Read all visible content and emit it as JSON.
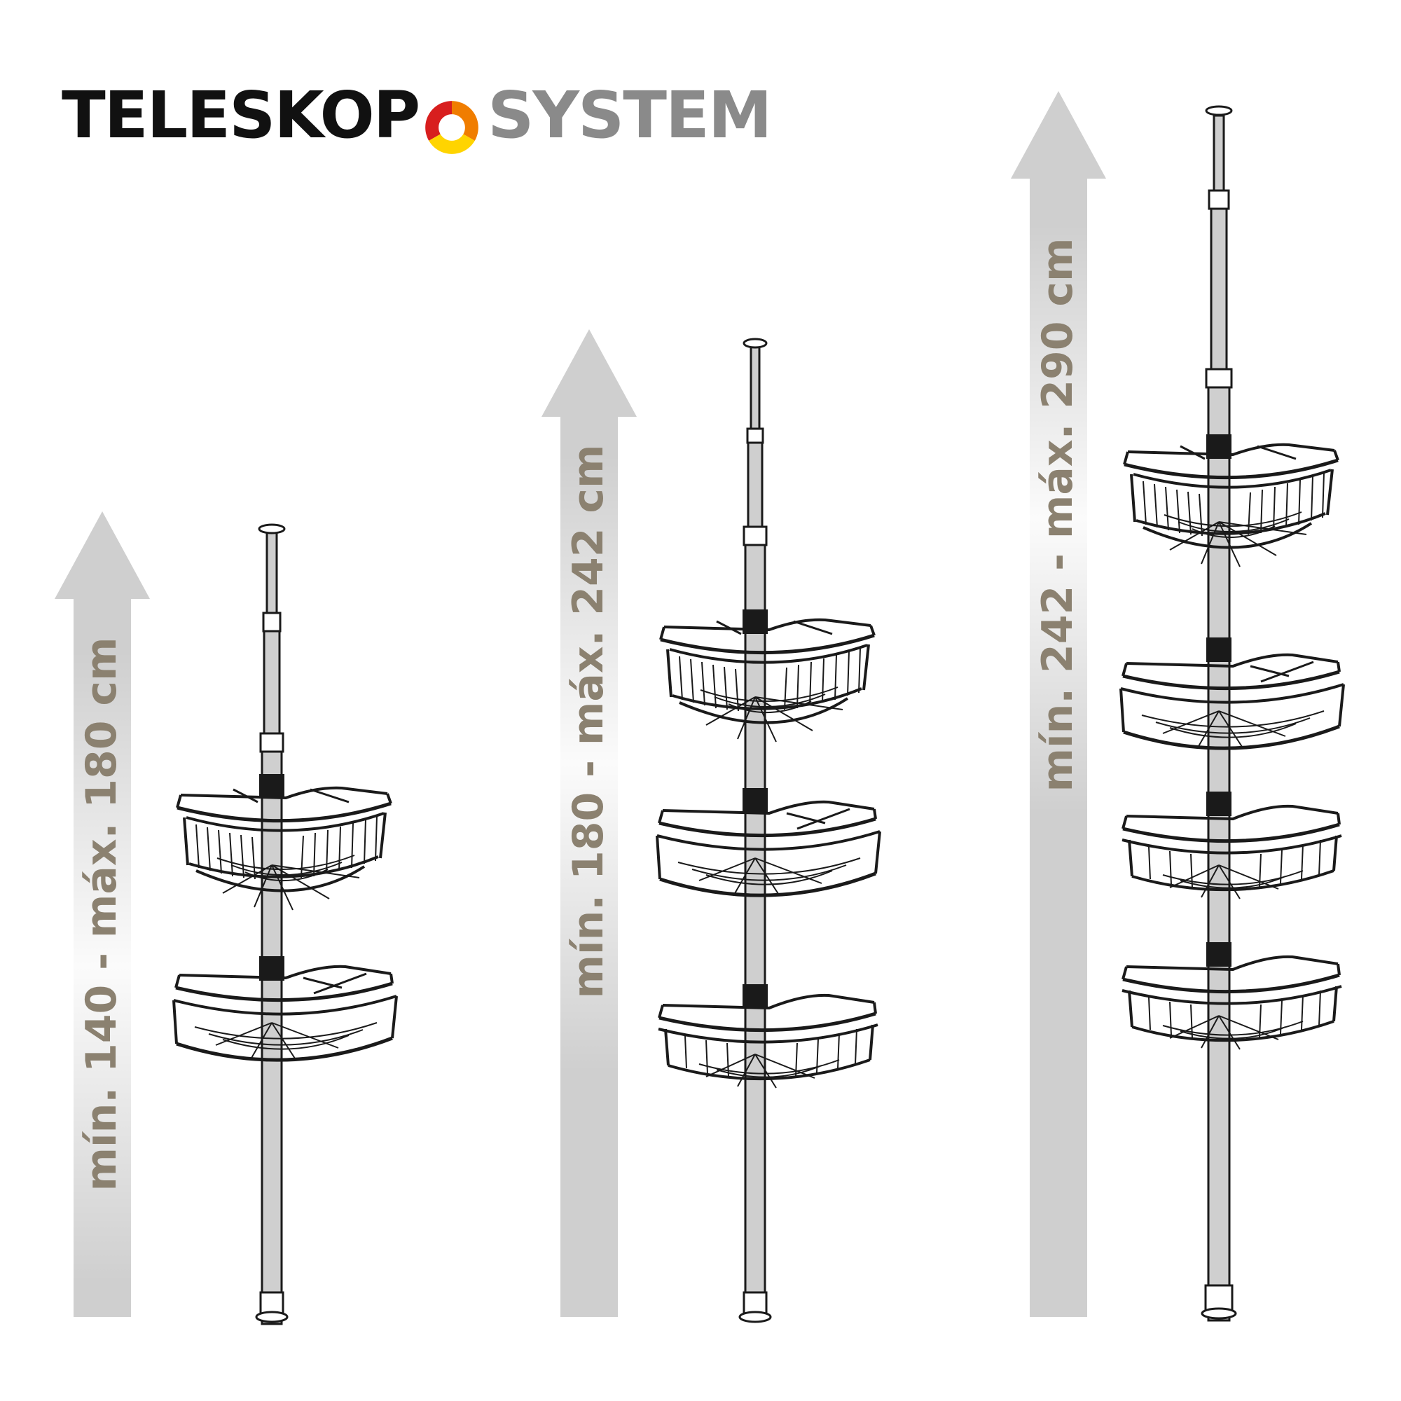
{
  "header": {
    "word1": "TELESKOP",
    "word2": "SYSTEM",
    "logo_icon": "tri-color-ring-icon"
  },
  "colors": {
    "word1": "#111111",
    "word2": "#8a8a8a",
    "arrow": "#cfcfcf",
    "label": "#8b8170",
    "pole_line": "#1a1a1a",
    "pole_fill": "#cfcfcf",
    "logo_red": "#d81e1e",
    "logo_orange": "#f07d00",
    "logo_yellow": "#ffd400"
  },
  "models": [
    {
      "range_label": "mín. 140 - máx. 180 cm",
      "baskets": 2
    },
    {
      "range_label": "mín. 180 - máx. 242 cm",
      "baskets": 3
    },
    {
      "range_label": "mín. 242 - máx. 290 cm",
      "baskets": 4
    }
  ]
}
